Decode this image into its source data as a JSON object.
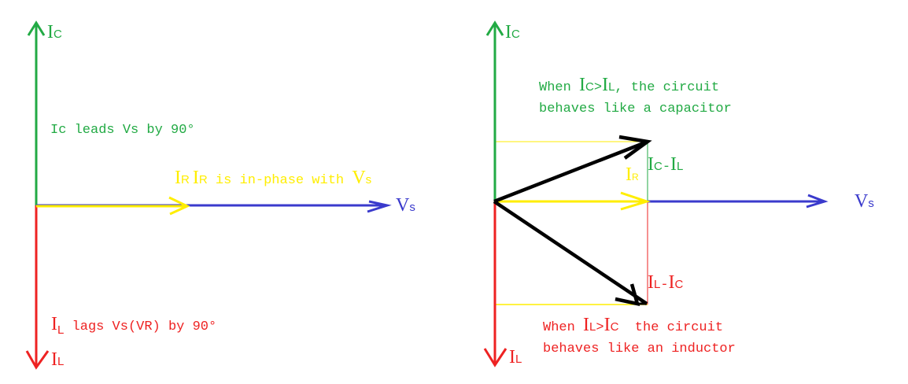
{
  "colors": {
    "capacitor": "#22aa44",
    "inductor": "#ee2222",
    "resistor": "#ffee00",
    "source": "#3a3acc",
    "resultant": "#000000"
  },
  "left_diagram": {
    "ic_label": {
      "main": "I",
      "sub": "C"
    },
    "il_label": {
      "main": "I",
      "sub": "L"
    },
    "vs_label": {
      "main": "V",
      "sub": "s"
    },
    "ic_note": "Ic leads Vs by 90°",
    "ir_note": {
      "ir_main": "I",
      "ir_sub": "R",
      "ir2_main": "I",
      "ir2_sub": "R",
      "rest": " is in-phase with ",
      "vs_main": "V",
      "vs_sub": "s"
    },
    "il_note": {
      "main": "I",
      "sub": "L",
      "rest": " lags Vs(VR) by 90°"
    }
  },
  "right_diagram": {
    "ic_label": {
      "main": "I",
      "sub": "C"
    },
    "il_label": {
      "main": "I",
      "sub": "L"
    },
    "vs_label": {
      "main": "V",
      "sub": "s"
    },
    "ir_label": {
      "main": "I",
      "sub": "R"
    },
    "ic_minus_il": {
      "a_main": "I",
      "a_sub": "C",
      "dash": "-",
      "b_main": "I",
      "b_sub": "L"
    },
    "il_minus_ic": {
      "a_main": "I",
      "a_sub": "L",
      "dash": "-",
      "b_main": "I",
      "b_sub": "C"
    },
    "cap_note": {
      "when": "When ",
      "a_main": "I",
      "a_sub": "C",
      "gt": ">",
      "b_main": "I",
      "b_sub": "L",
      "rest": ", the circuit",
      "line2": "behaves like a capacitor"
    },
    "ind_note": {
      "when": "When ",
      "a_main": "I",
      "a_sub": "L",
      "gt": ">",
      "b_main": "I",
      "b_sub": "C",
      "rest": "  the circuit",
      "line2": "behaves like an inductor"
    }
  }
}
